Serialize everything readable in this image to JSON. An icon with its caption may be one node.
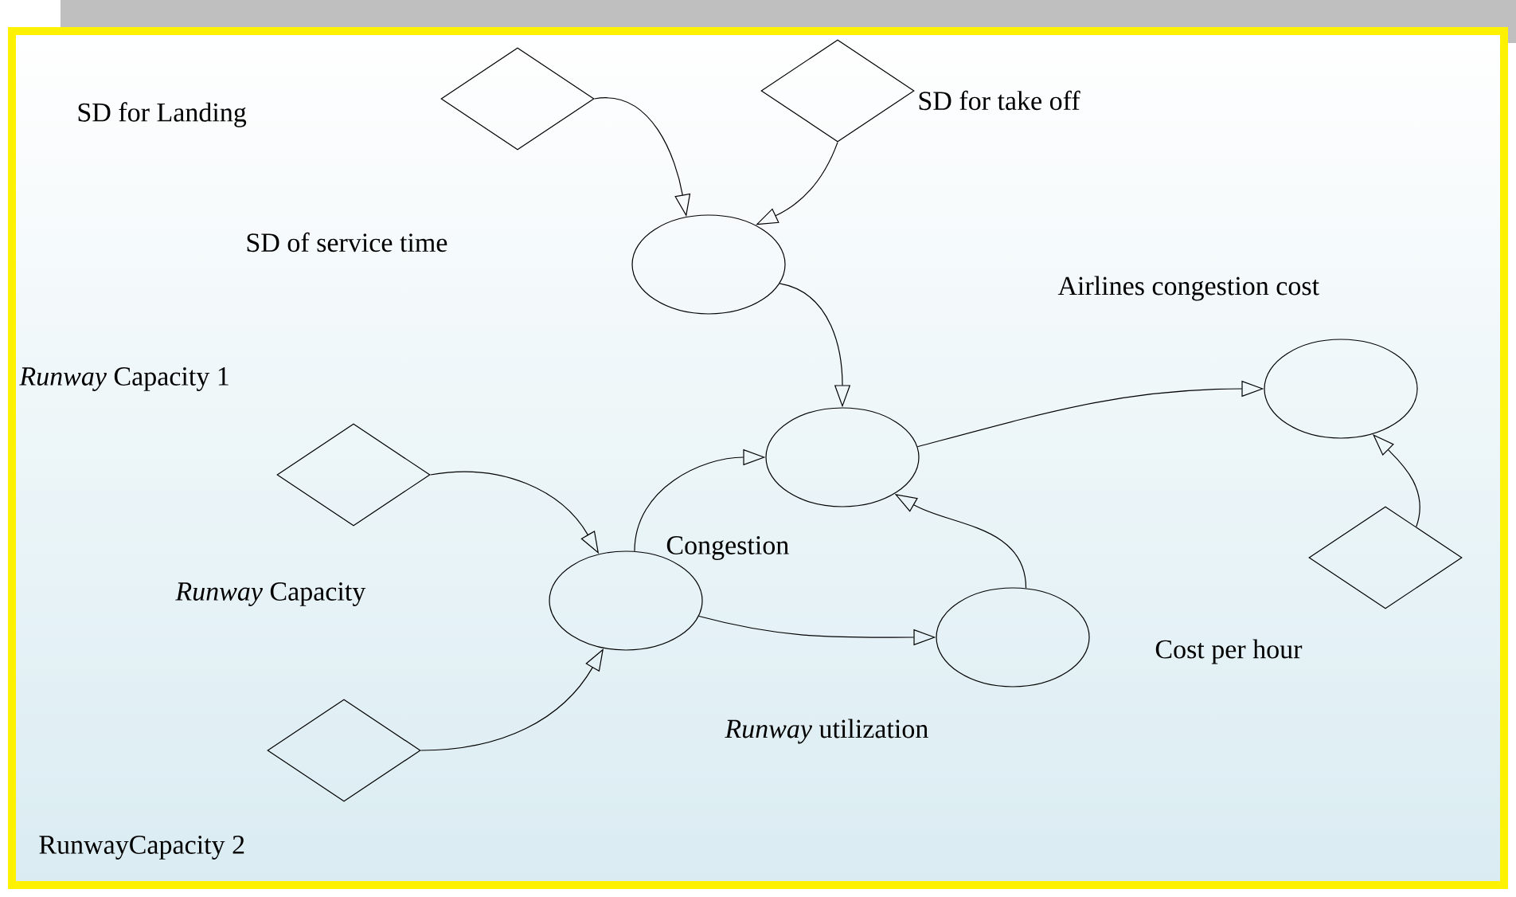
{
  "diagram": {
    "nodes": [
      {
        "text": [],
        "shape": "diamond"
      },
      {
        "text": [],
        "shape": "diamond"
      },
      {
        "text": [],
        "shape": "circle"
      },
      {
        "text": [],
        "shape": "circle"
      },
      {
        "text": [],
        "shape": "diamond"
      },
      {
        "text": [],
        "shape": "circle"
      },
      {
        "text": [],
        "shape": "circle"
      },
      {
        "text": [],
        "shape": "diamond"
      },
      {
        "text": [],
        "shape": "circle"
      },
      {
        "text": [],
        "shape": "diamond"
      }
    ],
    "edges": [
      {
        "from": 0,
        "to": 2,
        "arrow": "to"
      },
      {
        "from": 1,
        "to": 2,
        "arrow": "to"
      },
      {
        "from": 2,
        "to": 5,
        "arrow": "to"
      },
      {
        "from": 5,
        "to": 3,
        "arrow": "to"
      },
      {
        "from": 7,
        "to": 3,
        "arrow": "to"
      },
      {
        "from": 4,
        "to": 6,
        "arrow": "to"
      },
      {
        "from": 6,
        "to": 5,
        "arrow": "to"
      },
      {
        "from": 6,
        "to": 8,
        "arrow": "to"
      },
      {
        "from": 8,
        "to": 5,
        "arrow": "to"
      },
      {
        "from": 9,
        "to": 6,
        "arrow": "to"
      }
    ],
    "labels": [
      "SD for Landing",
      "SD for take off",
      "SD of service time",
      "Airlines congestion cost",
      "*Runway* Capacity 1",
      "Congestion",
      "*Runway* Capacity",
      "Cost per hour",
      "*Runway* utilization",
      "RunwayCapacity 2"
    ]
  }
}
